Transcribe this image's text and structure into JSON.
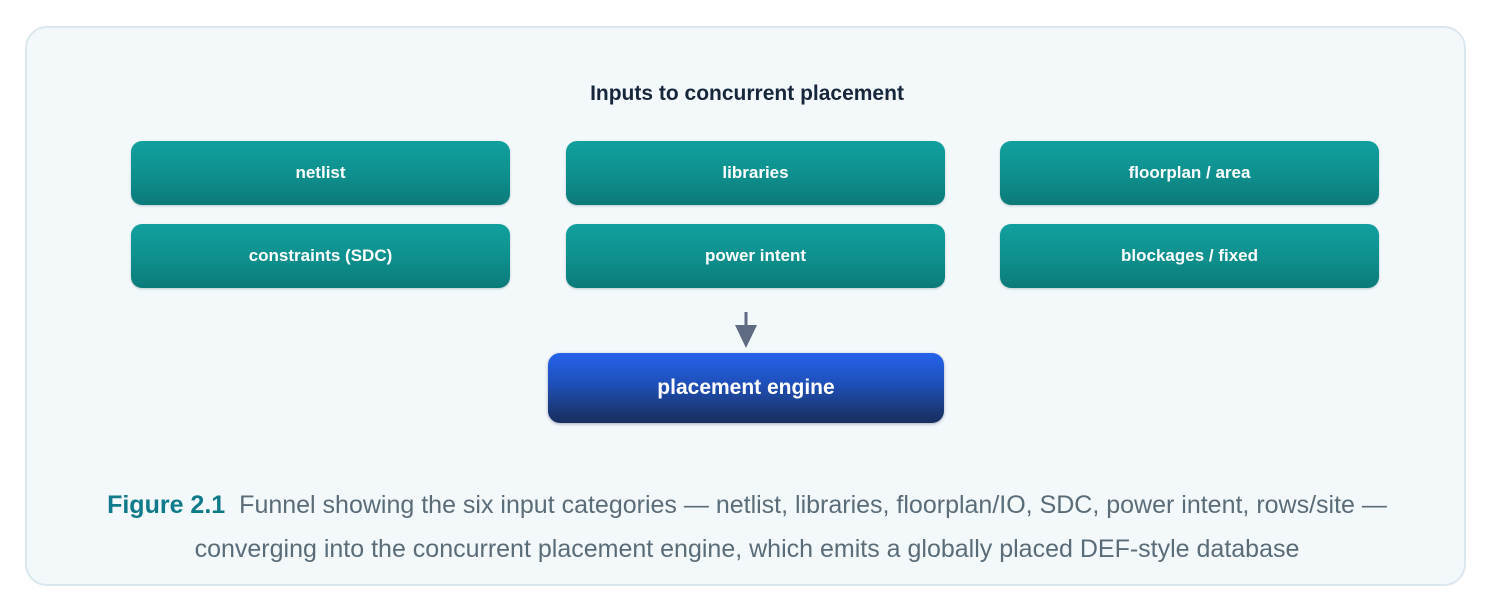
{
  "figure": {
    "heading": "Inputs to concurrent placement",
    "inputs": [
      "netlist",
      "libraries",
      "floorplan / area",
      "constraints (SDC)",
      "power intent",
      "blockages / fixed"
    ],
    "engine_label": "placement engine",
    "caption_label": "Figure 2.1",
    "caption_text": "Funnel showing the six input categories — netlist, libraries, floorplan/IO, SDC, power intent, rows/site — converging into the concurrent placement engine, which emits a globally placed DEF-style database"
  },
  "colors": {
    "input_box": "#0e8f8d",
    "engine_box": "#1e4fb8",
    "arrow": "#5f6b82",
    "caption_label": "#0f7a8a",
    "panel_background": "#f3f8fb"
  }
}
